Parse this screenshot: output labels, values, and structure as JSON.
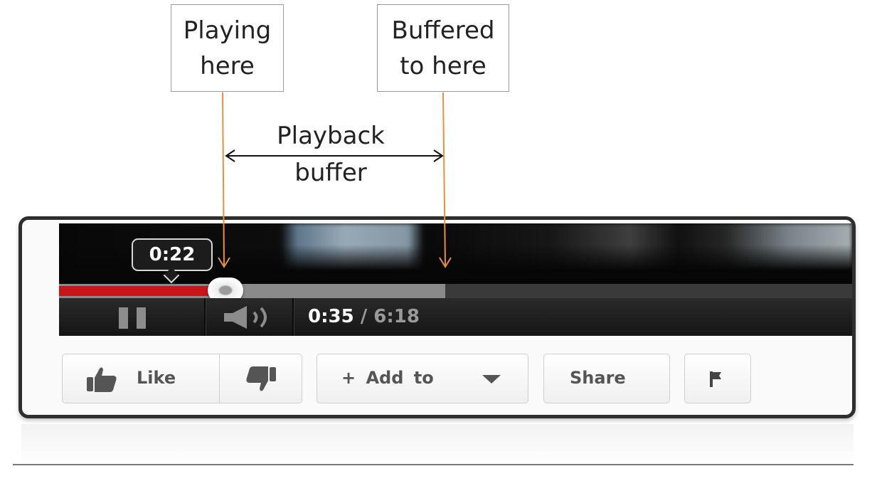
{
  "annotations": {
    "playing_here": "Playing\nhere",
    "buffered_to_here": "Buffered\nto here",
    "playback_buffer": "Playback\nbuffer"
  },
  "player": {
    "tooltip_time": "0:22",
    "progress": {
      "played_fraction": 0.21,
      "buffered_fraction": 0.487
    },
    "time": {
      "current": "0:35",
      "separator": " / ",
      "total": "6:18"
    },
    "controls": {
      "pause_icon": "pause-icon",
      "volume_icon": "volume-icon"
    }
  },
  "actions": {
    "like_label": "Like",
    "addto_label": "+ Add to",
    "share_label": "Share",
    "icons": {
      "like": "thumbs-up-icon",
      "dislike": "thumbs-down-icon",
      "addto_arrow": "caret-down-icon",
      "flag": "flag-icon"
    }
  },
  "colors": {
    "played": "#c8151b",
    "buffered": "#8a8a8a",
    "annotation_arrow": "#e8913a"
  }
}
